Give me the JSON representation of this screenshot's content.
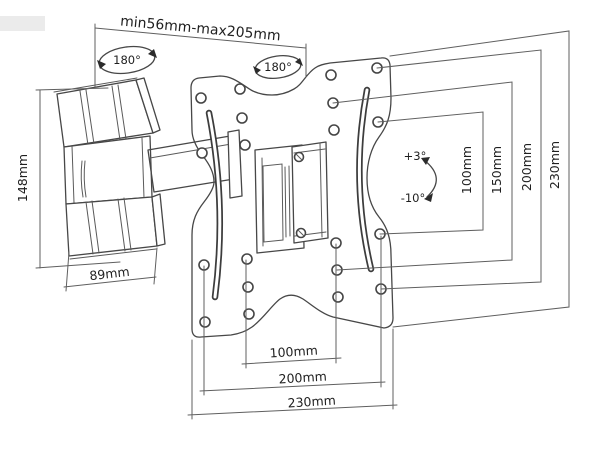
{
  "diagram": {
    "type": "technical-dimension-diagram",
    "subject": "Articulating TV wall-mount bracket with VESA plate",
    "labels": {
      "extension_range": "min56mm-max205mm",
      "swivel_left": "180°",
      "swivel_right": "180°",
      "wall_plate_height": "148mm",
      "wall_plate_width": "89mm",
      "tilt_up": "+3°",
      "tilt_down": "-10°",
      "vesa_vertical": [
        "100mm",
        "150mm",
        "200mm",
        "230mm"
      ],
      "vesa_horizontal": [
        "100mm",
        "200mm",
        "230mm"
      ]
    },
    "colors": {
      "line": "#474747",
      "text": "#1f1f1f",
      "background": "#ffffff"
    }
  }
}
